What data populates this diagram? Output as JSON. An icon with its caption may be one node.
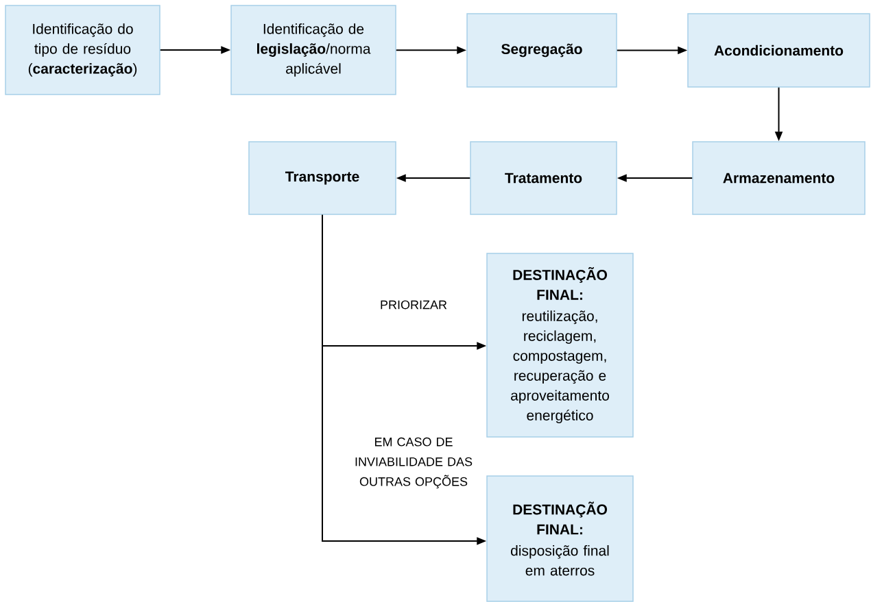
{
  "diagram": {
    "nodes": [
      {
        "text": [
          "Identificação do tipo de resíduo (**caracterização**)"
        ]
      },
      {
        "text": [
          "Identificação de **legislação**/norma aplicável"
        ]
      },
      {
        "text": [
          "Segregação"
        ]
      },
      {
        "text": [
          "Acondicionamento"
        ]
      },
      {
        "text": [
          "Armazenamento"
        ]
      },
      {
        "text": [
          "Tratamento"
        ]
      },
      {
        "text": [
          "Transporte"
        ]
      },
      {
        "text": [
          "DESTINAÇÃO FINAL:",
          "reutilização, reciclagem, compostagem, recuperação e aproveitamento energético"
        ]
      },
      {
        "text": [
          "DESTINAÇÃO FINAL:",
          "disposição final em aterros"
        ]
      }
    ],
    "edges": [
      {
        "from": 0,
        "to": 1,
        "arrow": "to"
      },
      {
        "from": 1,
        "to": 2,
        "arrow": "to"
      },
      {
        "from": 2,
        "to": 3,
        "arrow": "to"
      },
      {
        "from": 3,
        "to": 4,
        "arrow": "to"
      },
      {
        "from": 4,
        "to": 5,
        "arrow": "to"
      },
      {
        "from": 5,
        "to": 6,
        "arrow": "to"
      },
      {
        "from": 6,
        "to": 7,
        "arrow": "to",
        "label": "PRIORIZAR"
      },
      {
        "from": 6,
        "to": 8,
        "arrow": "to",
        "label": "EM CASO DE INVIABILIDADE DAS OUTRAS OPÇÕES"
      }
    ]
  }
}
